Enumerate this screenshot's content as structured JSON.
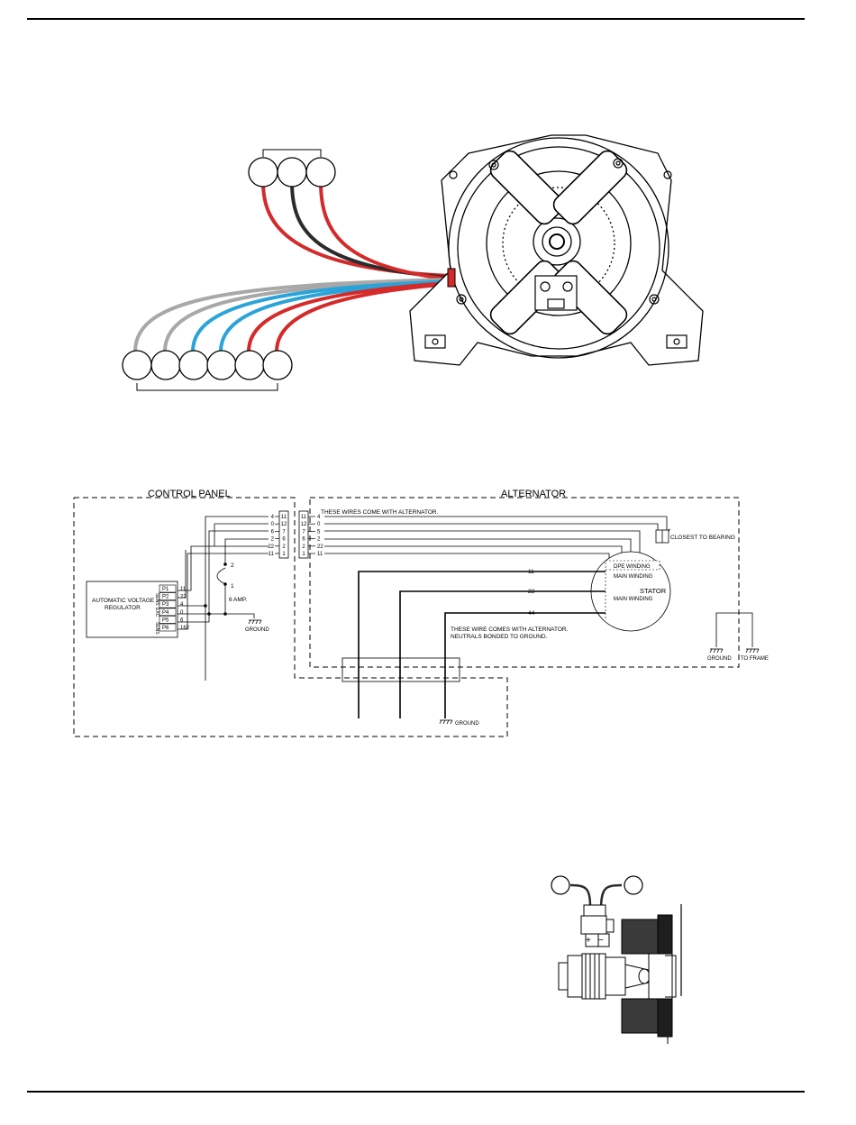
{
  "colors": {
    "red": "#d42a2a",
    "black": "#2b2b2b",
    "gray": "#a8a8a8",
    "blue": "#2aa3d8"
  },
  "figure1": {
    "top_connectors": [
      {
        "wire": "red"
      },
      {
        "wire": "black"
      },
      {
        "wire": "red"
      }
    ],
    "bottom_connectors": [
      {
        "wire": "gray"
      },
      {
        "wire": "gray"
      },
      {
        "wire": "blue"
      },
      {
        "wire": "blue"
      },
      {
        "wire": "red"
      },
      {
        "wire": "red"
      }
    ]
  },
  "figure2": {
    "control_panel_label": "CONTROL PANEL",
    "alternator_label": "ALTERNATOR",
    "avr_label_1": "AUTOMATIC VOLTAGE",
    "avr_label_2": "REGULATOR",
    "avr_pins": [
      "P1",
      "P2",
      "P3",
      "P4",
      "P5",
      "P6"
    ],
    "avr_pin_wires": [
      "11",
      "22",
      "4",
      "0",
      "6",
      "162"
    ],
    "avr_side_labels": [
      "SENS",
      "EXC",
      "SENS"
    ],
    "left_terminal_wires": [
      "4",
      "0",
      "6",
      "2",
      "22",
      "11"
    ],
    "left_terminal_numbers": [
      "11",
      "12",
      "7",
      "6",
      "2",
      "1"
    ],
    "right_terminal_numbers": [
      "11",
      "12",
      "7",
      "6",
      "2",
      "1"
    ],
    "right_terminal_wires": [
      "4",
      "0",
      "5",
      "2",
      "22",
      "11"
    ],
    "fuse_terminals": [
      "2",
      "1"
    ],
    "fuse_label": "6 AMP.",
    "ground_label": "GROUND",
    "wires_note": "THESE WIRES COME WITH ALTERNATOR.",
    "closest_to_bearing": "CLOSEST TO BEARING",
    "dpe_winding": "DPE WINDING",
    "main_winding_1": "MAIN WINDING",
    "main_winding_2": "MAIN WINDING",
    "stator": "STATOR",
    "neutrals_note_1": "THESE WIRE COMES WITH ALTERNATOR.",
    "neutrals_note_2": "NEUTRALS BONDED TO GROUND.",
    "main_leads": [
      "11",
      "22",
      "44"
    ],
    "frame_ground_label": "GROUND",
    "to_frame_label": "TO FRAME",
    "bottom_ground_label": "GROUND"
  },
  "figure3": {
    "plus": "+",
    "minus": "−"
  }
}
